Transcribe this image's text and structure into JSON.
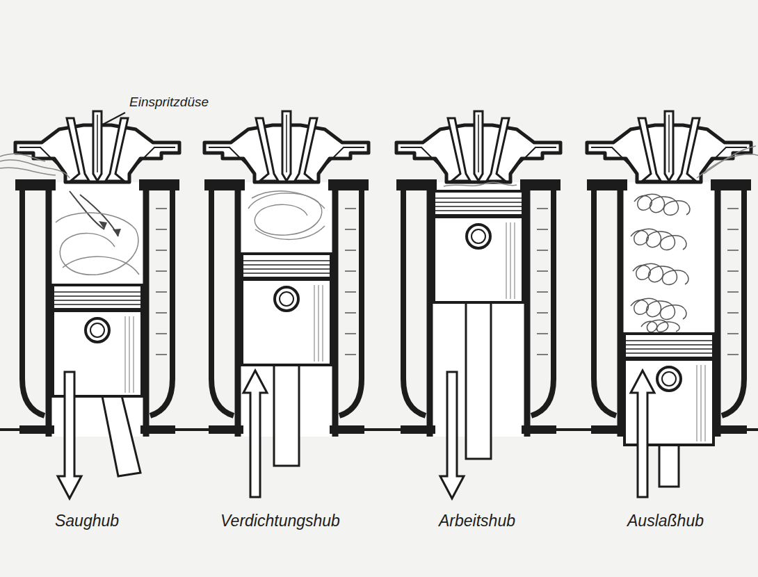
{
  "diagram": {
    "labels": [
      "Einspritzdüse",
      "Saughub",
      "Verdichtungshub",
      "Arbeitshub",
      "Auslaßhub"
    ]
  }
}
